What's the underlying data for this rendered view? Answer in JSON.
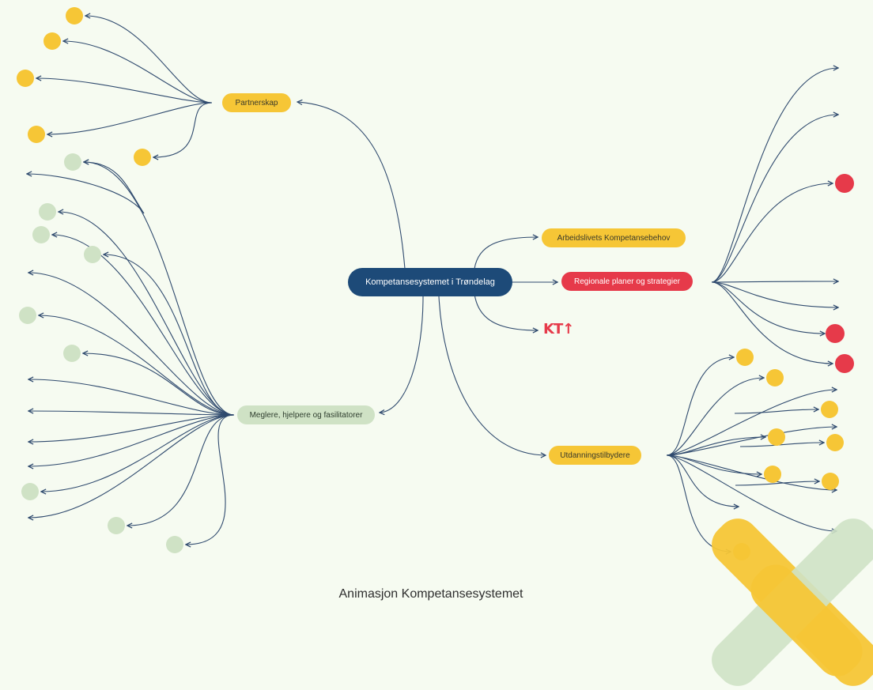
{
  "diagram": {
    "center": "Kompetansesystemet i Trøndelag",
    "branches": {
      "partnerskap": "Partnerskap",
      "arbeidsliv": "Arbeidslivets Kompetansebehov",
      "regionale": "Regionale planer og strategier",
      "meglere": "Meglere, hjelpere og fasilitatorer",
      "utdanning": "Utdanningstilbydere"
    },
    "logo_text": "KT"
  },
  "colors": {
    "navy": "#1d4a78",
    "yellow": "#f6c636",
    "red": "#e63a4a",
    "green": "#cfe2c5",
    "line": "#2f4a6e"
  },
  "caption": "Animasjon Kompetansesystemet"
}
